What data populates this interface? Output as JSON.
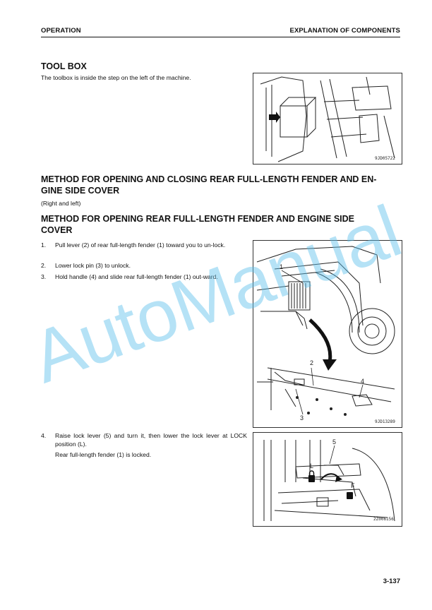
{
  "header": {
    "left": "OPERATION",
    "right": "EXPLANATION OF COMPONENTS"
  },
  "toolbox": {
    "title": "TOOL BOX",
    "text": "The toolbox is inside the step on the left of the machine.",
    "figure_code": "9JD05722"
  },
  "method1": {
    "title_line1": "METHOD FOR OPENING AND CLOSING REAR FULL-LENGTH FENDER AND EN-",
    "title_line2": "GINE SIDE COVER",
    "subtitle": "(Right and left)"
  },
  "method2": {
    "title_line1": "METHOD FOR OPENING REAR FULL-LENGTH FENDER AND ENGINE SIDE",
    "title_line2": "COVER"
  },
  "steps": [
    {
      "num": "1.",
      "text": "Pull lever (2) of rear full-length fender (1) toward you to un-lock."
    },
    {
      "num": "2.",
      "text": "Lower lock pin (3) to unlock."
    },
    {
      "num": "3.",
      "text": "Hold handle (4) and slide rear full-length fender (1) out-ward."
    },
    {
      "num": "4.",
      "text": "Raise lock lever (5) and turn it, then lower the lock lever at LOCK position (L).",
      "note": "Rear full-length fender (1) is locked."
    }
  ],
  "figure2": {
    "code": "9JD13289",
    "labels": [
      "1",
      "2",
      "3",
      "4"
    ]
  },
  "figure3": {
    "code": "2Z006156",
    "labels": [
      "5",
      "L",
      "F"
    ]
  },
  "watermark": "AutoManual",
  "page_number": "3-137"
}
